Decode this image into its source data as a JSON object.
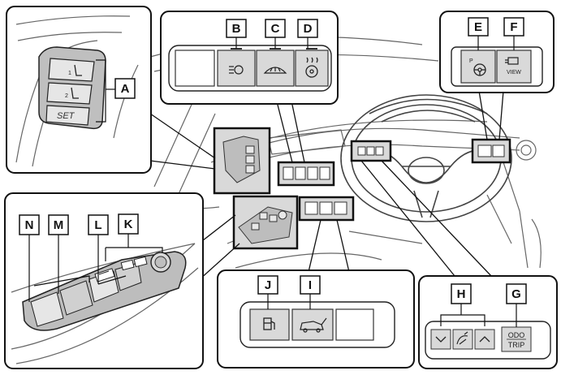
{
  "callouts": {
    "a": "A",
    "b": "B",
    "c": "C",
    "d": "D",
    "e": "E",
    "f": "F",
    "g": "G",
    "h": "H",
    "i": "I",
    "j": "J",
    "k": "K",
    "l": "L",
    "m": "M",
    "n": "N"
  },
  "seat_memory": {
    "btn1": "1",
    "btn2": "2",
    "set": "SET"
  },
  "meter": {
    "odo": "ODO",
    "trip": "TRIP"
  },
  "camera": {
    "view": "VIEW",
    "park": "P"
  },
  "colors": {
    "panel_fill": "#d9d9d9",
    "outline": "#111111",
    "line": "#555555",
    "label_bg": "#ffffff"
  },
  "icons": [
    "headlight-leveling-icon",
    "windshield-defogger-icon",
    "heated-steering-icon",
    "parking-assist-icon",
    "camera-view-icon",
    "fuel-door-icon",
    "power-tailgate-icon",
    "mirror-adjust-knob-icon",
    "window-switch-icon",
    "window-lock-icon",
    "meter-down-icon",
    "meter-display-icon",
    "meter-up-icon"
  ]
}
